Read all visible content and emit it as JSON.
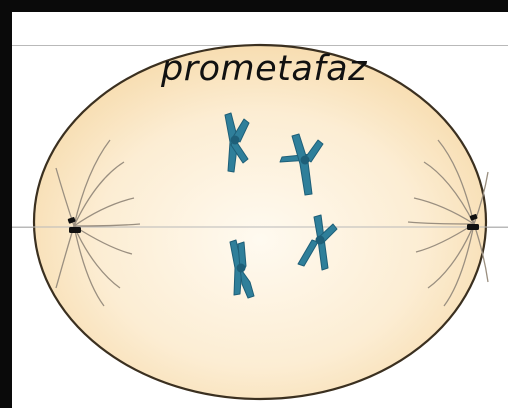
{
  "diagram": {
    "phase_label": "prometafaz",
    "colors": {
      "cell_fill": "#fbe8c8",
      "cell_outline": "#3b3020",
      "chromosome": "#2f7f9a",
      "chromosome_dark": "#1e5f78",
      "centrosome": "#111111",
      "spindle_fiber": "#9a8f80",
      "guide_line": "#b9b9b9"
    },
    "icons": {
      "cell": "oval-cell",
      "chromosome": "x-shaped-chromosome",
      "centrosome": "centrosome-dot",
      "spindle": "radiating-spindle-fibers"
    }
  }
}
